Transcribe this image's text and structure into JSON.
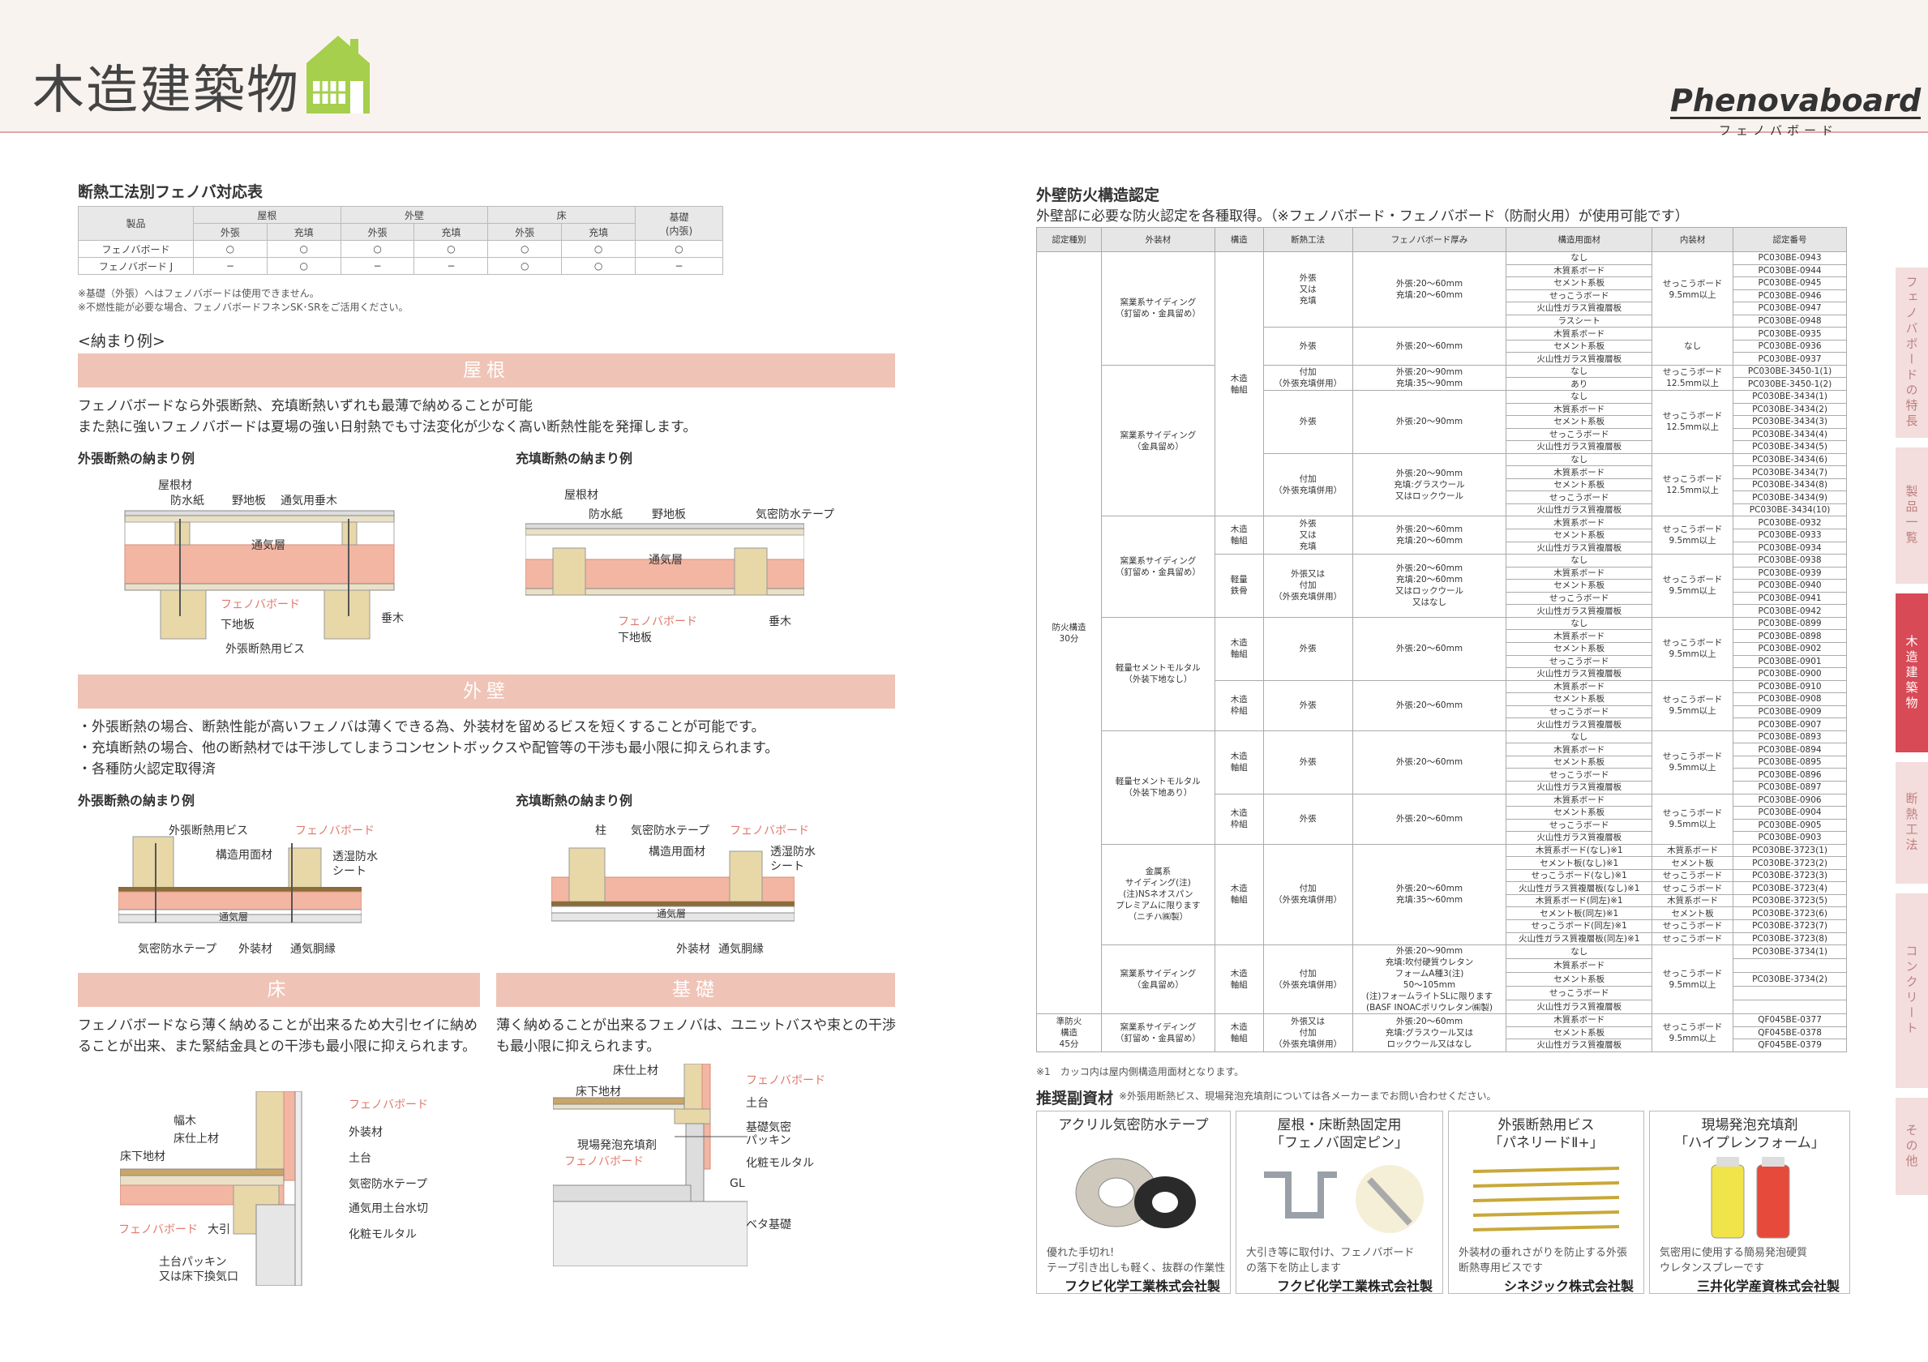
{
  "header": {
    "title": "木造建築物",
    "brand": "Phenovaboard",
    "brand_kana": "フェノバボード"
  },
  "table1": {
    "title": "断熱工法別フェノバ対応表",
    "col_product": "製品",
    "groups": [
      "屋根",
      "外壁",
      "床",
      "基礎\n(内張)"
    ],
    "subcols": [
      "外張",
      "充填",
      "外張",
      "充填",
      "外張",
      "充填"
    ],
    "rows": [
      {
        "name": "フェノバボード",
        "cells": [
          "○",
          "○",
          "○",
          "○",
          "○",
          "○",
          "○"
        ]
      },
      {
        "name": "フェノバボード J",
        "cells": [
          "−",
          "○",
          "−",
          "−",
          "○",
          "○",
          "−"
        ]
      }
    ],
    "notes": [
      "※基礎（外張）へはフェノバボードは使用できません。",
      "※不燃性能が必要な場合、フェノバボードフネンSK･SRをご活用ください。"
    ]
  },
  "details_heading": "<納まり例>",
  "roof": {
    "band": "屋根",
    "text1": "フェノバボードなら外張断熱、充填断熱いずれも最薄で納めることが可能",
    "text2": "また熱に強いフェノバボードは夏場の強い日射熱でも寸法変化が少なく高い断熱性能を発揮します。",
    "left_title": "外張断熱の納まり例",
    "right_title": "充填断熱の納まり例",
    "left_labels": [
      "屋根材",
      "防水紙",
      "野地板",
      "通気用垂木",
      "通気層",
      "フェノバボード",
      "下地板",
      "垂木",
      "外張断熱用ビス"
    ],
    "right_labels": [
      "屋根材",
      "防水紙",
      "野地板",
      "気密防水テープ",
      "通気層",
      "フェノバボード",
      "下地板",
      "垂木"
    ]
  },
  "wall": {
    "band": "外壁",
    "bullets": [
      "・外張断熱の場合、断熱性能が高いフェノバは薄くできる為、外装材を留めるビスを短くすることが可能です。",
      "・充填断熱の場合、他の断熱材では干渉してしまうコンセントボックスや配管等の干渉も最小限に抑えられます。",
      "・各種防火認定取得済"
    ],
    "left_title": "外張断熱の納まり例",
    "right_title": "充填断熱の納まり例",
    "left_labels": [
      "外張断熱用ビス",
      "フェノバボード",
      "構造用面材",
      "透湿防水",
      "シート",
      "通気層",
      "気密防水テープ",
      "外装材",
      "通気胴縁"
    ],
    "right_labels": [
      "柱",
      "気密防水テープ",
      "フェノバボード",
      "構造用面材",
      "透湿防水",
      "シート",
      "通気層",
      "外装材",
      "通気胴縁"
    ]
  },
  "floor": {
    "band": "床",
    "text1": "フェノバボードなら薄く納めることが出来るため大引セイに納め",
    "text2": "ることが出来、また緊結金具との干渉も最小限に抑えられます。",
    "labels": [
      "フェノバボード",
      "外装材",
      "幅木",
      "床仕上材",
      "床下地材",
      "土台",
      "気密防水テープ",
      "通気用土台水切",
      "フェノバボード",
      "大引",
      "化粧モルタル",
      "土台パッキン",
      "又は床下換気口"
    ]
  },
  "foundation": {
    "band": "基礎",
    "text1": "薄く納めることが出来るフェノバは、ユニットバスや束との干渉",
    "text2": "も最小限に抑えられます。",
    "labels": [
      "床仕上材",
      "フェノバボード",
      "床下地材",
      "土台",
      "現場発泡充填剤",
      "基礎気密",
      "パッキン",
      "フェノバボード",
      "化粧モルタル",
      "GL",
      "ベタ基礎"
    ]
  },
  "fire": {
    "title": "外壁防火構造認定",
    "desc": "外壁部に必要な防火認定を各種取得。（※フェノバボード・フェノバボード（防耐火用）が使用可能です）",
    "headers": [
      "認定種別",
      "外装材",
      "構造",
      "断熱工法",
      "フェノバボード厚み",
      "構造用面材",
      "内装材",
      "認定番号"
    ],
    "footnote": "※1　カッコ内は屋内側構造用面材となります。",
    "rows": [
      [
        "なし",
        "PC030BE-0943"
      ],
      [
        "木質系ボード",
        "PC030BE-0944"
      ],
      [
        "セメント系板",
        "PC030BE-0945"
      ],
      [
        "せっこうボード",
        "PC030BE-0946"
      ],
      [
        "火山性ガラス質複層板",
        "PC030BE-0947"
      ],
      [
        "ラスシート",
        "PC030BE-0948"
      ],
      [
        "木質系ボード",
        "PC030BE-0935"
      ],
      [
        "セメント系板",
        "PC030BE-0936"
      ],
      [
        "火山性ガラス質複層板",
        "PC030BE-0937"
      ],
      [
        "なし",
        "PC030BE-3450-1(1)"
      ],
      [
        "あり",
        "PC030BE-3450-1(2)"
      ],
      [
        "なし",
        "PC030BE-3434(1)"
      ],
      [
        "木質系ボード",
        "PC030BE-3434(2)"
      ],
      [
        "セメント系板",
        "PC030BE-3434(3)"
      ],
      [
        "せっこうボード",
        "PC030BE-3434(4)"
      ],
      [
        "火山性ガラス質複層板",
        "PC030BE-3434(5)"
      ],
      [
        "なし",
        "PC030BE-3434(6)"
      ],
      [
        "木質系ボード",
        "PC030BE-3434(7)"
      ],
      [
        "セメント系板",
        "PC030BE-3434(8)"
      ],
      [
        "せっこうボード",
        "PC030BE-3434(9)"
      ],
      [
        "火山性ガラス質複層板",
        "PC030BE-3434(10)"
      ],
      [
        "木質系ボード",
        "PC030BE-0932"
      ],
      [
        "セメント系板",
        "PC030BE-0933"
      ],
      [
        "火山性ガラス質複層板",
        "PC030BE-0934"
      ],
      [
        "なし",
        "PC030BE-0938"
      ],
      [
        "木質系ボード",
        "PC030BE-0939"
      ],
      [
        "セメント系板",
        "PC030BE-0940"
      ],
      [
        "せっこうボード",
        "PC030BE-0941"
      ],
      [
        "火山性ガラス質複層板",
        "PC030BE-0942"
      ],
      [
        "なし",
        "PC030BE-0899"
      ],
      [
        "木質系ボード",
        "PC030BE-0898"
      ],
      [
        "セメント系板",
        "PC030BE-0902"
      ],
      [
        "せっこうボード",
        "PC030BE-0901"
      ],
      [
        "火山性ガラス質複層板",
        "PC030BE-0900"
      ],
      [
        "木質系ボード",
        "PC030BE-0910"
      ],
      [
        "セメント系板",
        "PC030BE-0908"
      ],
      [
        "せっこうボード",
        "PC030BE-0909"
      ],
      [
        "火山性ガラス質複層板",
        "PC030BE-0907"
      ],
      [
        "なし",
        "PC030BE-0893"
      ],
      [
        "木質系ボード",
        "PC030BE-0894"
      ],
      [
        "セメント系板",
        "PC030BE-0895"
      ],
      [
        "せっこうボード",
        "PC030BE-0896"
      ],
      [
        "火山性ガラス質複層板",
        "PC030BE-0897"
      ],
      [
        "木質系ボード",
        "PC030BE-0906"
      ],
      [
        "セメント系板",
        "PC030BE-0904"
      ],
      [
        "せっこうボード",
        "PC030BE-0905"
      ],
      [
        "火山性ガラス質複層板",
        "PC030BE-0903"
      ],
      [
        "木質系ボード(なし)※1",
        "PC030BE-3723(1)"
      ],
      [
        "セメント板(なし)※1",
        "PC030BE-3723(2)"
      ],
      [
        "せっこうボード(なし)※1",
        "PC030BE-3723(3)"
      ],
      [
        "火山性ガラス質複層板(なし)※1",
        "PC030BE-3723(4)"
      ],
      [
        "木質系ボード(同左)※1",
        "PC030BE-3723(5)"
      ],
      [
        "セメント板(同左)※1",
        "PC030BE-3723(6)"
      ],
      [
        "せっこうボード(同左)※1",
        "PC030BE-3723(7)"
      ],
      [
        "火山性ガラス質複層板(同左)※1",
        "PC030BE-3723(8)"
      ],
      [
        "なし",
        "PC030BE-3734(1)"
      ],
      [
        "木質系ボード",
        ""
      ],
      [
        "セメント系板",
        "PC030BE-3734(2)"
      ],
      [
        "せっこうボード",
        ""
      ],
      [
        "火山性ガラス質複層板",
        ""
      ],
      [
        "木質系ボード",
        "QF045BE-0377"
      ],
      [
        "セメント系板",
        "QF045BE-0378"
      ],
      [
        "火山性ガラス質複層板",
        "QF045BE-0379"
      ]
    ],
    "merged": {
      "type1": "防火構造\n30分",
      "type2": "準防火\n構造\n45分",
      "ext1": "窯業系サイディング\n（釘留め・金具留め）",
      "ext2": "窯業系サイディング\n（金具留め）",
      "ext3": "窯業系サイディング\n（釘留め・金具留め）",
      "ext4": "軽量セメントモルタル\n（外装下地なし）",
      "ext5": "軽量セメントモルタル\n（外装下地あり）",
      "ext6": "金属系\nサイディング(注)\n(注)NSネオスパン\nプレミアムに限ります\n（ニチハ㈱製）",
      "ext7": "窯業系サイディング\n（金具留め）",
      "ext8": "窯業系サイディング\n（釘留め・金具留め）",
      "s_wood": "木造\n軸組",
      "s_wood2": "木造\n枠組",
      "s_steel": "軽量\n鉄骨",
      "m1": "外張\n又は\n充填",
      "m2": "外張",
      "m3": "付加\n（外張充填併用）",
      "m4": "外張又は\n付加\n（外張充填併用）",
      "m5": "外張又は\n付加\n（外張充填併用）",
      "th1": "外張:20〜60mm\n充填:20〜60mm",
      "th2": "外張:20〜60mm",
      "th3": "外張:20〜90mm\n充填:35〜90mm",
      "th4": "外張:20〜90mm",
      "th5": "外張:20〜90mm\n充填:グラスウール\n又はロックウール",
      "th6": "外張:20〜60mm\n充填:20〜60mm",
      "th7": "外張:20〜60mm\n充填:20〜60mm\n又はロックウール\n又はなし",
      "th8": "外張:20〜60mm",
      "th9": "外張:20〜60mm\n充填:35〜60mm",
      "th10": "外張:20〜90mm\n充填:吹付硬質ウレタン\nフォームA種3(注)\n50〜105mm\n(注)フォームライトSLに限ります\n(BASF INOACポリウレタン㈱製)",
      "th11": "外張:20〜60mm\n充填:グラスウール又は\nロックウール又はなし",
      "in1": "せっこうボード\n9.5mm以上",
      "in2": "なし",
      "in3": "せっこうボード\n12.5mm以上",
      "in4": "木質系ボード",
      "in5": "セメント板",
      "in6": "せっこうボード"
    }
  },
  "products": {
    "heading": "推奨副資材",
    "note": "※外張用断熱ビス、現場発泡充填剤については各メーカーまでお問い合わせください。",
    "items": [
      {
        "title1": "アクリル気密防水テープ",
        "title2": "",
        "desc1": "優れた手切れ!",
        "desc2": "テープ引き出しも軽く、抜群の作業性",
        "maker": "フクビ化学工業株式会社製"
      },
      {
        "title1": "屋根・床断熱固定用",
        "title2": "「フェノバ固定ピン」",
        "desc1": "大引き等に取付け、フェノバボード",
        "desc2": "の落下を防止します",
        "maker": "フクビ化学工業株式会社製"
      },
      {
        "title1": "外張断熱用ビス",
        "title2": "「パネリードⅡ+」",
        "desc1": "外装材の垂れさがりを防止する外張",
        "desc2": "断熱専用ビスです",
        "maker": "シネジック株式会社製"
      },
      {
        "title1": "現場発泡充填剤",
        "title2": "「ハイプレンフォーム」",
        "desc1": "気密用に使用する簡易発泡硬質",
        "desc2": "ウレタンスプレーです",
        "maker": "三井化学産資株式会社製"
      }
    ]
  },
  "side_tabs": [
    "フェノバボードの特長",
    "製品一覧",
    "木造建築物",
    "断熱工法",
    "コンクリート",
    "その他"
  ],
  "colors": {
    "accent": "#efc3b6",
    "active_tab": "#d84a56",
    "insulation": "#f2b6a2",
    "wood": "#e8d8a8",
    "house_icon": "#a5cf4c"
  }
}
